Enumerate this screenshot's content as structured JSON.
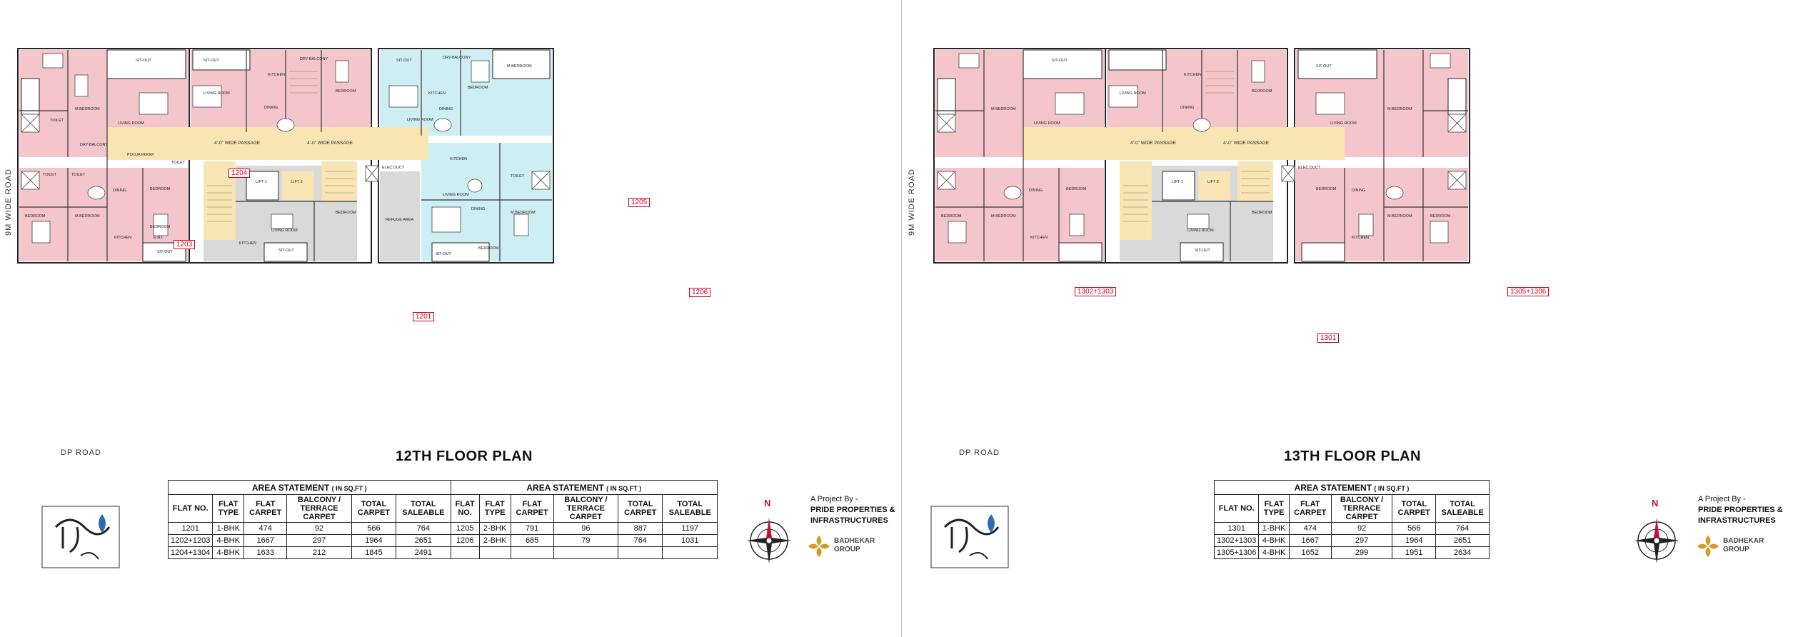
{
  "left": {
    "road_side": "9M WIDE ROAD",
    "road_bottom": "DP ROAD",
    "title": "12TH FLOOR PLAN",
    "flat_tags": [
      "1204",
      "1203",
      "1205",
      "1206",
      "1201"
    ],
    "rooms": {
      "masterbedroom": "M.BEDROOM",
      "sitout": "SIT-OUT",
      "toilet": "TOILET",
      "living": "LIVING ROOM",
      "dining": "DINING",
      "kitchen": "KITCHEN",
      "bedroom": "BEDROOM",
      "dry_balcony": "DRY-BALCONY",
      "passage": "4'-0\" WIDE PASSAGE",
      "lift1": "LIFT 1",
      "lift2": "LIFT 2",
      "refuge": "REFUGE AREA",
      "elec_duct": "ELEC.DUCT",
      "pooja": "POOJA ROOM",
      "ehl": "E.H.L"
    },
    "area_statement": {
      "heading": "AREA STATEMENT",
      "unit": "( IN SQ.FT )",
      "columns": [
        "FLAT NO.",
        "FLAT TYPE",
        "FLAT CARPET",
        "BALCONY / TERRACE CARPET",
        "TOTAL CARPET",
        "TOTAL SALEABLE"
      ],
      "rows_a": [
        [
          "1201",
          "1-BHK",
          "474",
          "92",
          "566",
          "764"
        ],
        [
          "1202+1203",
          "4-BHK",
          "1667",
          "297",
          "1964",
          "2651"
        ],
        [
          "1204+1304",
          "4-BHK",
          "1633",
          "212",
          "1845",
          "2491"
        ]
      ],
      "rows_b": [
        [
          "1205",
          "2-BHK",
          "791",
          "96",
          "887",
          "1197"
        ],
        [
          "1206",
          "2-BHK",
          "685",
          "79",
          "764",
          "1031"
        ],
        [
          "",
          "",
          "",
          "",
          "",
          ""
        ]
      ]
    },
    "project_by": [
      "A Project By -",
      "PRIDE PROPERTIES &",
      "INFRASTRUCTURES"
    ],
    "badhekar": [
      "BADHEKAR",
      "GROUP"
    ]
  },
  "right": {
    "road_side": "9M WIDE ROAD",
    "road_bottom": "DP ROAD",
    "title": "13TH FLOOR PLAN",
    "flat_tags": [
      "1302+1303",
      "1305+1306",
      "1301"
    ],
    "area_statement": {
      "heading": "AREA STATEMENT",
      "unit": "( IN SQ.FT )",
      "columns": [
        "FLAT NO.",
        "FLAT TYPE",
        "FLAT CARPET",
        "BALCONY / TERRACE CARPET",
        "TOTAL CARPET",
        "TOTAL SALEABLE"
      ],
      "rows": [
        [
          "1301",
          "1-BHK",
          "474",
          "92",
          "566",
          "764"
        ],
        [
          "1302+1303",
          "4-BHK",
          "1667",
          "297",
          "1964",
          "2651"
        ],
        [
          "1305+1306",
          "4-BHK",
          "1652",
          "299",
          "1951",
          "2634"
        ]
      ]
    },
    "project_by": [
      "A Project By -",
      "PRIDE PROPERTIES &",
      "INFRASTRUCTURES"
    ],
    "badhekar": [
      "BADHEKAR",
      "GROUP"
    ]
  },
  "colors": {
    "flat_pink": "#f4c6cb",
    "flat_cyan": "#cdeef2",
    "passage": "#f9e4b4",
    "service": "#d9d9d9",
    "tag_red": "#d0021b"
  }
}
